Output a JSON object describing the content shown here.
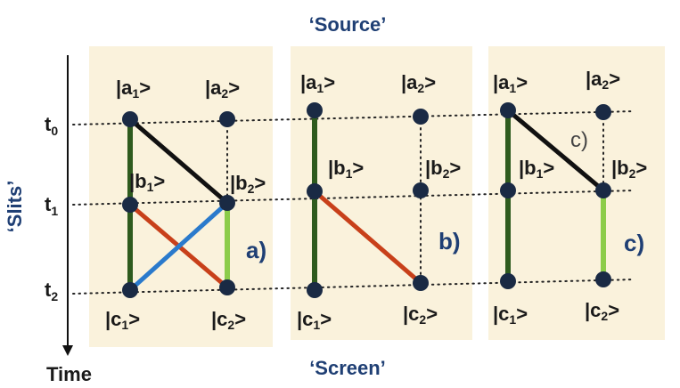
{
  "labels": {
    "source": "‘Source’",
    "screen": "‘Screen’",
    "slits": "‘Slits’",
    "time": "Time"
  },
  "times": {
    "t0": {
      "base": "t",
      "sub": "0"
    },
    "t1": {
      "base": "t",
      "sub": "1"
    },
    "t2": {
      "base": "t",
      "sub": "2"
    }
  },
  "panels": [
    {
      "id": "a",
      "tag": "a)",
      "states": {
        "a1": {
          "pre": "|a",
          "sub": "1",
          "post": ">"
        },
        "a2": {
          "pre": "|a",
          "sub": "2",
          "post": ">"
        },
        "b1": {
          "pre": "|b",
          "sub": "1",
          "post": ">"
        },
        "b2": {
          "pre": "|b",
          "sub": "2",
          "post": ">"
        },
        "c1": {
          "pre": "|c",
          "sub": "1",
          "post": ">"
        },
        "c2": {
          "pre": "|c",
          "sub": "2",
          "post": ">"
        }
      }
    },
    {
      "id": "b",
      "tag": "b)",
      "states": {
        "a1": {
          "pre": "|a",
          "sub": "1",
          "post": ">"
        },
        "a2": {
          "pre": "|a",
          "sub": "2",
          "post": ">"
        },
        "b1": {
          "pre": "|b",
          "sub": "1",
          "post": ">"
        },
        "b2": {
          "pre": "|b",
          "sub": "2",
          "post": ">"
        },
        "c1": {
          "pre": "|c",
          "sub": "1",
          "post": ">"
        },
        "c2": {
          "pre": "|c",
          "sub": "2",
          "post": ">"
        }
      }
    },
    {
      "id": "c",
      "tag": "c)",
      "inner_tag": "c)",
      "states": {
        "a1": {
          "pre": "|a",
          "sub": "1",
          "post": ">"
        },
        "a2": {
          "pre": "|a",
          "sub": "2",
          "post": ">"
        },
        "b1": {
          "pre": "|b",
          "sub": "1",
          "post": ">"
        },
        "b2": {
          "pre": "|b",
          "sub": "2",
          "post": ">"
        },
        "c1": {
          "pre": "|c",
          "sub": "1",
          "post": ">"
        },
        "c2": {
          "pre": "|c",
          "sub": "2",
          "post": ">"
        }
      }
    }
  ],
  "colors": {
    "panel_bg": "#faf2dc",
    "node": "#1a2a44",
    "dark_green": "#2e5b1e",
    "light_green": "#8ccc4a",
    "red": "#c8401a",
    "blue": "#2a7acc",
    "black": "#111111",
    "title_blue": "#1f3f74"
  }
}
